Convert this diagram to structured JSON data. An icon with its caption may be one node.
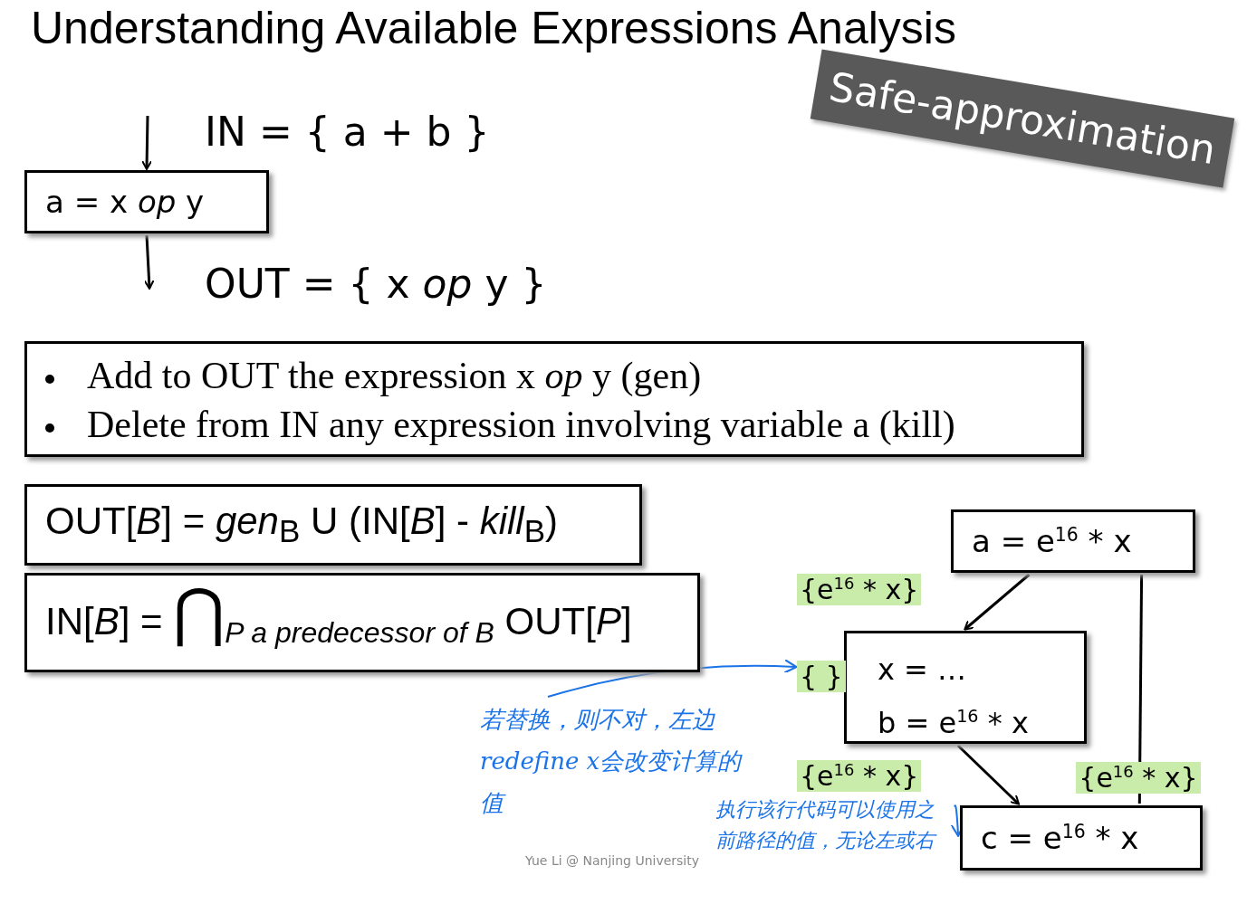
{
  "diagram": {
    "title": "Understanding Available Expressions Analysis",
    "nodes": [
      {
        "text": [
          "a = x *op* y"
        ]
      },
      {
        "text": [
          "Safe-approximation"
        ]
      },
      {
        "text": [
          "Add to OUT the expression x *op* y (gen)",
          "Delete from IN any expression involving variable a (kill)"
        ]
      },
      {
        "text": [
          "OUT[*B*] = *gen*$_{B}$ U (IN[*B*] - *kill*$_{B}$)"
        ]
      },
      {
        "text": [
          "IN[*B*] = ⋂$_{P a predecessor of B}$ OUT[*P*]"
        ]
      },
      {
        "text": [
          "a = e$^{16}$ * x"
        ]
      },
      {
        "text": [
          "x = …",
          "b = e$^{16}$ * x"
        ]
      },
      {
        "text": [
          "c = e$^{16}$ * x"
        ]
      },
      {
        "text": [
          "若替换，则不对，左边redefine x会改变计算的值"
        ]
      },
      {
        "text": [
          "执行该行代码可以使用之前路径的值，无论左或右"
        ]
      },
      {
        "text": [
          "{ }"
        ]
      }
    ],
    "edges": [
      {
        "from": null,
        "to": 0,
        "arrow": "to"
      },
      {
        "from": 0,
        "to": null,
        "arrow": "to"
      },
      {
        "from": 5,
        "to": 6,
        "arrow": "to"
      },
      {
        "from": 6,
        "to": 7,
        "arrow": "to"
      },
      {
        "from": 5,
        "to": 7,
        "arrow": "none",
        "label": "{e$^{16}$ * x}"
      },
      {
        "from": 8,
        "to": 10,
        "arrow": "to",
        "color": "#1a73e8"
      },
      {
        "from": 9,
        "to": 7,
        "arrow": "to",
        "color": "#1a73e8"
      }
    ],
    "labels": [
      "IN = { a + b }",
      "OUT = { x *op* y }",
      "{e$^{16}$ * x}",
      "{e$^{16}$ * x}",
      "Yue Li @ Nanjing University"
    ]
  }
}
